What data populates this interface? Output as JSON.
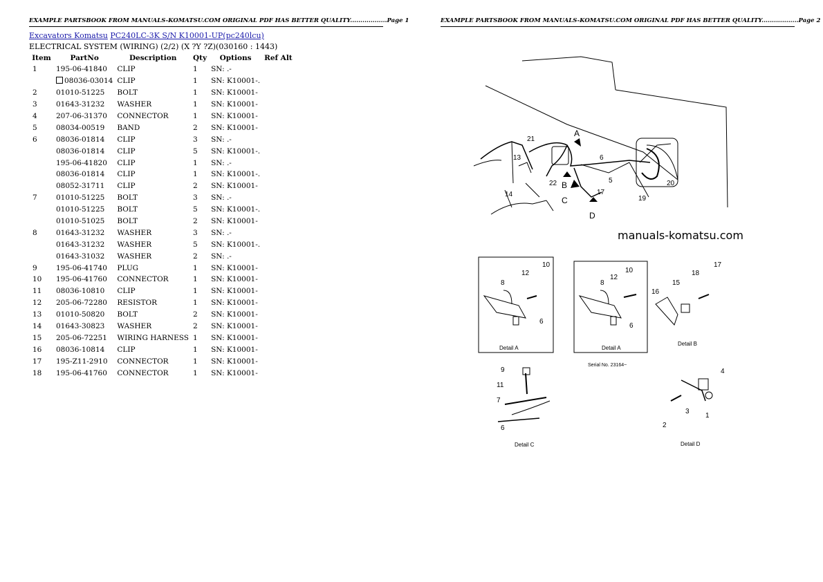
{
  "header": {
    "left": "EXAMPLE PARTSBOOK FROM MANUALS-KOMATSU.COM ORIGINAL PDF HAS BETTER QUALITY..................Page 1",
    "right": "EXAMPLE PARTSBOOK FROM MANUALS-KOMATSU.COM ORIGINAL PDF HAS BETTER QUALITY..................Page 2"
  },
  "breadcrumb": {
    "link1": "Excavators Komatsu",
    "link2": "PC240LC-3K S/N K10001-UP(pc240lcu)"
  },
  "subtitle": "ELECTRICAL SYSTEM (WIRING) (2/2) (X ?Y ?Z)(030160 : 1443)",
  "columns": [
    "Item",
    "PartNo",
    "Description",
    "Qty",
    "Options",
    "Ref Alt"
  ],
  "rows": [
    {
      "item": "1",
      "part": "195-06-41840",
      "desc": "CLIP",
      "qty": "1",
      "opt": "SN: .-",
      "ref": ""
    },
    {
      "item": "",
      "part": "08036-03014",
      "desc": "CLIP",
      "qty": "1",
      "opt": "SN: K10001-.",
      "ref": "",
      "box": true
    },
    {
      "item": "2",
      "part": "01010-51225",
      "desc": "BOLT",
      "qty": "1",
      "opt": "SN: K10001-",
      "ref": ""
    },
    {
      "item": "3",
      "part": "01643-31232",
      "desc": "WASHER",
      "qty": "1",
      "opt": "SN: K10001-",
      "ref": ""
    },
    {
      "item": "4",
      "part": "207-06-31370",
      "desc": "CONNECTOR",
      "qty": "1",
      "opt": "SN: K10001-",
      "ref": ""
    },
    {
      "item": "5",
      "part": "08034-00519",
      "desc": "BAND",
      "qty": "2",
      "opt": "SN: K10001-",
      "ref": ""
    },
    {
      "item": "6",
      "part": "08036-01814",
      "desc": "CLIP",
      "qty": "3",
      "opt": "SN: .-",
      "ref": ""
    },
    {
      "item": "",
      "part": "08036-01814",
      "desc": "CLIP",
      "qty": "5",
      "opt": "SN: K10001-.",
      "ref": ""
    },
    {
      "item": "",
      "part": "195-06-41820",
      "desc": "CLIP",
      "qty": "1",
      "opt": "SN: .-",
      "ref": ""
    },
    {
      "item": "",
      "part": "08036-01814",
      "desc": "CLIP",
      "qty": "1",
      "opt": "SN: K10001-.",
      "ref": ""
    },
    {
      "item": "",
      "part": "08052-31711",
      "desc": "CLIP",
      "qty": "2",
      "opt": "SN: K10001-",
      "ref": ""
    },
    {
      "item": "7",
      "part": "01010-51225",
      "desc": "BOLT",
      "qty": "3",
      "opt": "SN: .-",
      "ref": ""
    },
    {
      "item": "",
      "part": "01010-51225",
      "desc": "BOLT",
      "qty": "5",
      "opt": "SN: K10001-.",
      "ref": ""
    },
    {
      "item": "",
      "part": "01010-51025",
      "desc": "BOLT",
      "qty": "2",
      "opt": "SN: K10001-",
      "ref": ""
    },
    {
      "item": "8",
      "part": "01643-31232",
      "desc": "WASHER",
      "qty": "3",
      "opt": "SN: .-",
      "ref": ""
    },
    {
      "item": "",
      "part": "01643-31232",
      "desc": "WASHER",
      "qty": "5",
      "opt": "SN: K10001-.",
      "ref": ""
    },
    {
      "item": "",
      "part": "01643-31032",
      "desc": "WASHER",
      "qty": "2",
      "opt": "SN: .-",
      "ref": ""
    },
    {
      "item": "9",
      "part": "195-06-41740",
      "desc": "PLUG",
      "qty": "1",
      "opt": "SN: K10001-",
      "ref": ""
    },
    {
      "item": "10",
      "part": "195-06-41760",
      "desc": "CONNECTOR",
      "qty": "1",
      "opt": "SN: K10001-",
      "ref": ""
    },
    {
      "item": "11",
      "part": "08036-10810",
      "desc": "CLIP",
      "qty": "1",
      "opt": "SN: K10001-",
      "ref": ""
    },
    {
      "item": "12",
      "part": "205-06-72280",
      "desc": "RESISTOR",
      "qty": "1",
      "opt": "SN: K10001-",
      "ref": ""
    },
    {
      "item": "13",
      "part": "01010-50820",
      "desc": "BOLT",
      "qty": "2",
      "opt": "SN: K10001-",
      "ref": ""
    },
    {
      "item": "14",
      "part": "01643-30823",
      "desc": "WASHER",
      "qty": "2",
      "opt": "SN: K10001-",
      "ref": ""
    },
    {
      "item": "15",
      "part": "205-06-72251",
      "desc": "WIRING HARNESS",
      "qty": "1",
      "opt": "SN: K10001-",
      "ref": ""
    },
    {
      "item": "16",
      "part": "08036-10814",
      "desc": "CLIP",
      "qty": "1",
      "opt": "SN: K10001-",
      "ref": ""
    },
    {
      "item": "17",
      "part": "195-Z11-2910",
      "desc": "CONNECTOR",
      "qty": "1",
      "opt": "SN: K10001-",
      "ref": ""
    },
    {
      "item": "18",
      "part": "195-06-41760",
      "desc": "CONNECTOR",
      "qty": "1",
      "opt": "SN: K10001-",
      "ref": ""
    }
  ],
  "diagram": {
    "watermark": "manuals-komatsu.com",
    "callouts_main": [
      "A",
      "B",
      "C",
      "D",
      "21",
      "22",
      "13",
      "14",
      "6",
      "5",
      "17",
      "19",
      "20"
    ],
    "callouts_detail_a1": [
      "8",
      "12",
      "10",
      "6"
    ],
    "caption_a1": "Detail A",
    "callouts_detail_a2": [
      "8",
      "12",
      "10",
      "6"
    ],
    "caption_a2": "Detail A",
    "serial_note": "Serial No. 23164~",
    "callouts_detail_b": [
      "16",
      "15",
      "18",
      "17"
    ],
    "caption_b": "Detail B",
    "callouts_detail_c": [
      "9",
      "11",
      "7",
      "6"
    ],
    "caption_c": "Detail C",
    "callouts_detail_d": [
      "2",
      "3",
      "1",
      "4"
    ],
    "caption_d": "Detail D"
  }
}
